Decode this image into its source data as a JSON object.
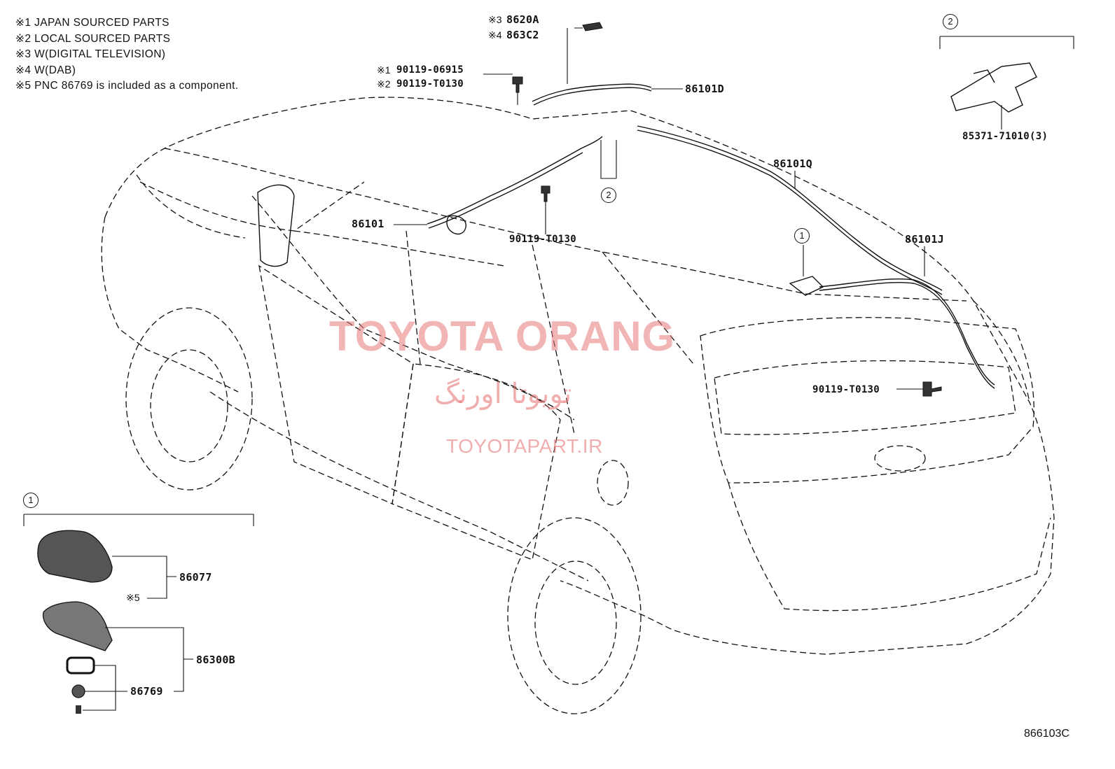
{
  "notes": [
    "※1 JAPAN SOURCED PARTS",
    "※2 LOCAL SOURCED PARTS",
    "※3 W(DIGITAL TELEVISION)",
    "※4 W(DAB)",
    "※5 PNC 86769 is included as a component."
  ],
  "labels": {
    "p8620a_mark": "※3",
    "p8620a": "8620A",
    "p863c2_mark": "※4",
    "p863c2": "863C2",
    "p86101d": "86101D",
    "bolt1_mark": "※1",
    "bolt1": "90119-06915",
    "bolt2_mark": "※2",
    "bolt2": "90119-T0130",
    "p86101": "86101",
    "bolt_center": "90119-T0130",
    "p86101q": "86101Q",
    "p86101j": "86101J",
    "bolt_rear": "90119-T0130",
    "clip": "85371-71010(3)",
    "p86077": "86077",
    "p86077_mark": "※5",
    "p86300b": "86300B",
    "p86769": "86769"
  },
  "callouts": {
    "top_right": "2",
    "center_clips": "2",
    "roof_antenna": "1",
    "antenna_box": "1"
  },
  "watermark": {
    "brand": "TOYOTA ORANG",
    "persian": "تویوتا اورنگ",
    "url": "TOYOTAPART.IR"
  },
  "diagram_code": "866103C",
  "colors": {
    "line": "#111111",
    "watermark": "#e87878"
  }
}
